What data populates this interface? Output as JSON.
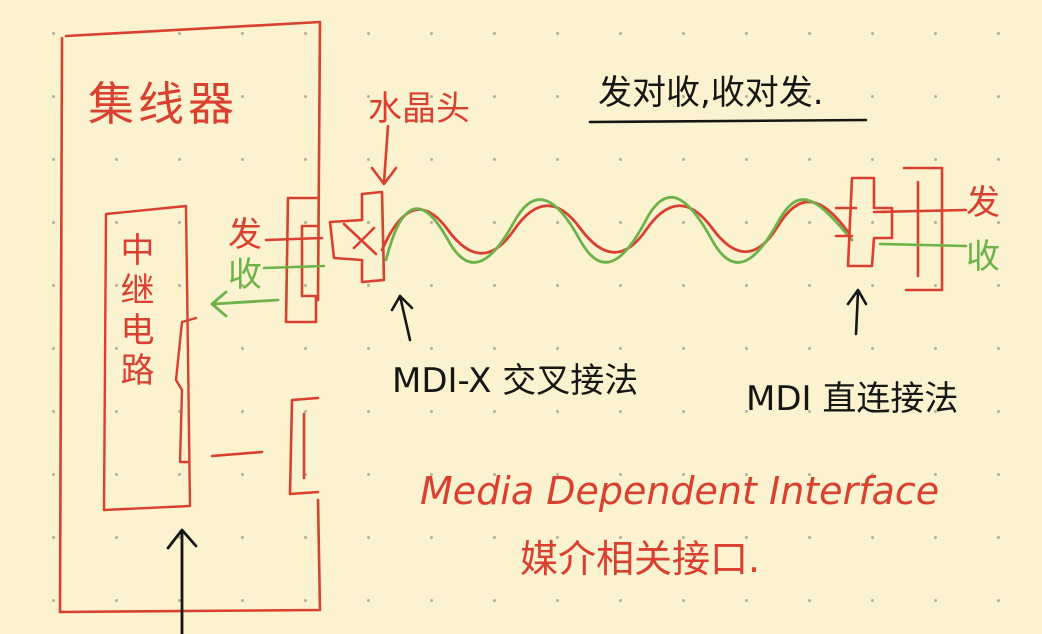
{
  "hub": {
    "title": "集线器",
    "repeater": "中继电路"
  },
  "labels": {
    "rj45": "水晶头",
    "send_left": "发",
    "recv_left": "收",
    "send_right": "发",
    "recv_right": "收",
    "rule": "发对收,收对发.",
    "mdix": "MDI-X 交叉接法",
    "mdi": "MDI 直连接法",
    "mdi_en": "Media Dependent Interface",
    "mdi_cn": "媒介相关接口."
  },
  "colors": {
    "red": "#d9402f",
    "green": "#6db24a",
    "black": "#161616",
    "paper": "#fbf2cf"
  }
}
